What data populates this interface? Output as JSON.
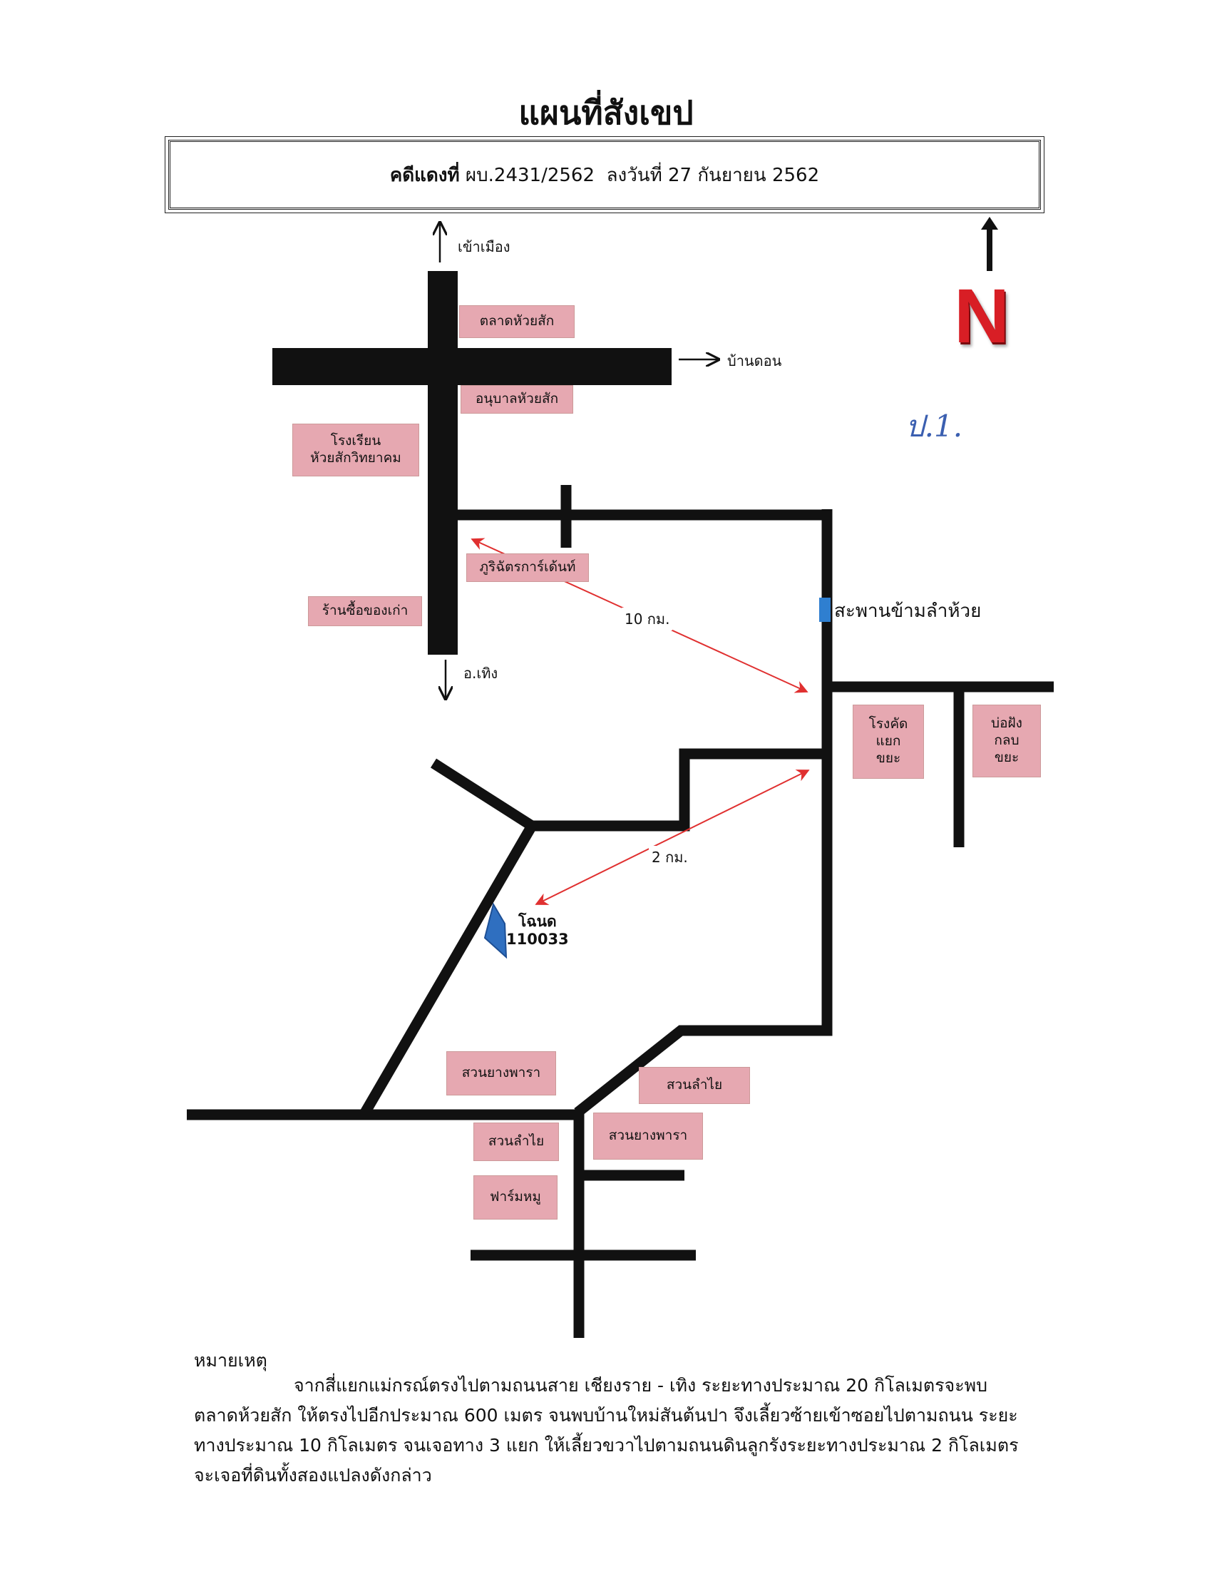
{
  "title": "แผนที่สังเขป",
  "case_line": {
    "prefix": "คดีแดงที่",
    "number": "ผบ.2431/2562",
    "date_prefix": "ลงวันที่",
    "date": "27 กันยายน 2562"
  },
  "directions": {
    "to_city": "เข้าเมือง",
    "to_ban_don": "บ้านดอน",
    "to_thoeng": "อ.เทิง"
  },
  "north_label": "N",
  "landmarks": {
    "market": "ตลาดหัวยสัก",
    "kindergarten": "อนุบาลหัวยสัก",
    "school": "โรงเรียน\nหัวยสักวิทยาคม",
    "garden_shop": "ภูริฉัตรการ์เด้นท์",
    "antique_shop": "ร้านซื้อของเก่า",
    "bridge": "สะพานข้ามลำห้วย",
    "waste_sorting": "โรงคัด\nแยก\nขยะ",
    "waste_pit": "บ่อฝัง\nกลบ\nขยะ",
    "rubber_1": "สวนยางพารา",
    "longan_1": "สวนลำไย",
    "longan_2": "สวนลำไย",
    "rubber_2": "สวนยางพารา",
    "pig_farm": "ฟาร์มหมู"
  },
  "distances": {
    "long": "10 กม.",
    "short": "2 กม."
  },
  "deed": {
    "label": "โฉนด",
    "number": "110033"
  },
  "handwritten_mark": "ป.1.",
  "note": {
    "heading": "หมายเหตุ",
    "body": "จากสี่แยกแม่กรณ์ตรงไปตามถนนสาย เชียงราย - เทิง ระยะทางประมาณ 20 กิโลเมตรจะพบ ตลาดห้วยสัก ให้ตรงไปอีกประมาณ 600 เมตร จนพบบ้านใหม่สันต้นปา จึงเลี้ยวซ้ายเข้าซอยไปตามถนน ระยะทางประมาณ 10 กิโลเมตร จนเจอทาง 3 แยก ให้เลี้ยวขวาไปตามถนนดินลูกรังระยะทางประมาณ 2 กิโลเมตร จะเจอที่ดินทั้งสองแปลงดังกล่าว"
  },
  "colors": {
    "road": "#111111",
    "landmark_fill": "#e6a8b1",
    "route_arrow": "#e03030",
    "bridge": "#2f7fd0",
    "deed_marker": "#2f6fc0",
    "north": "#d81e25"
  }
}
